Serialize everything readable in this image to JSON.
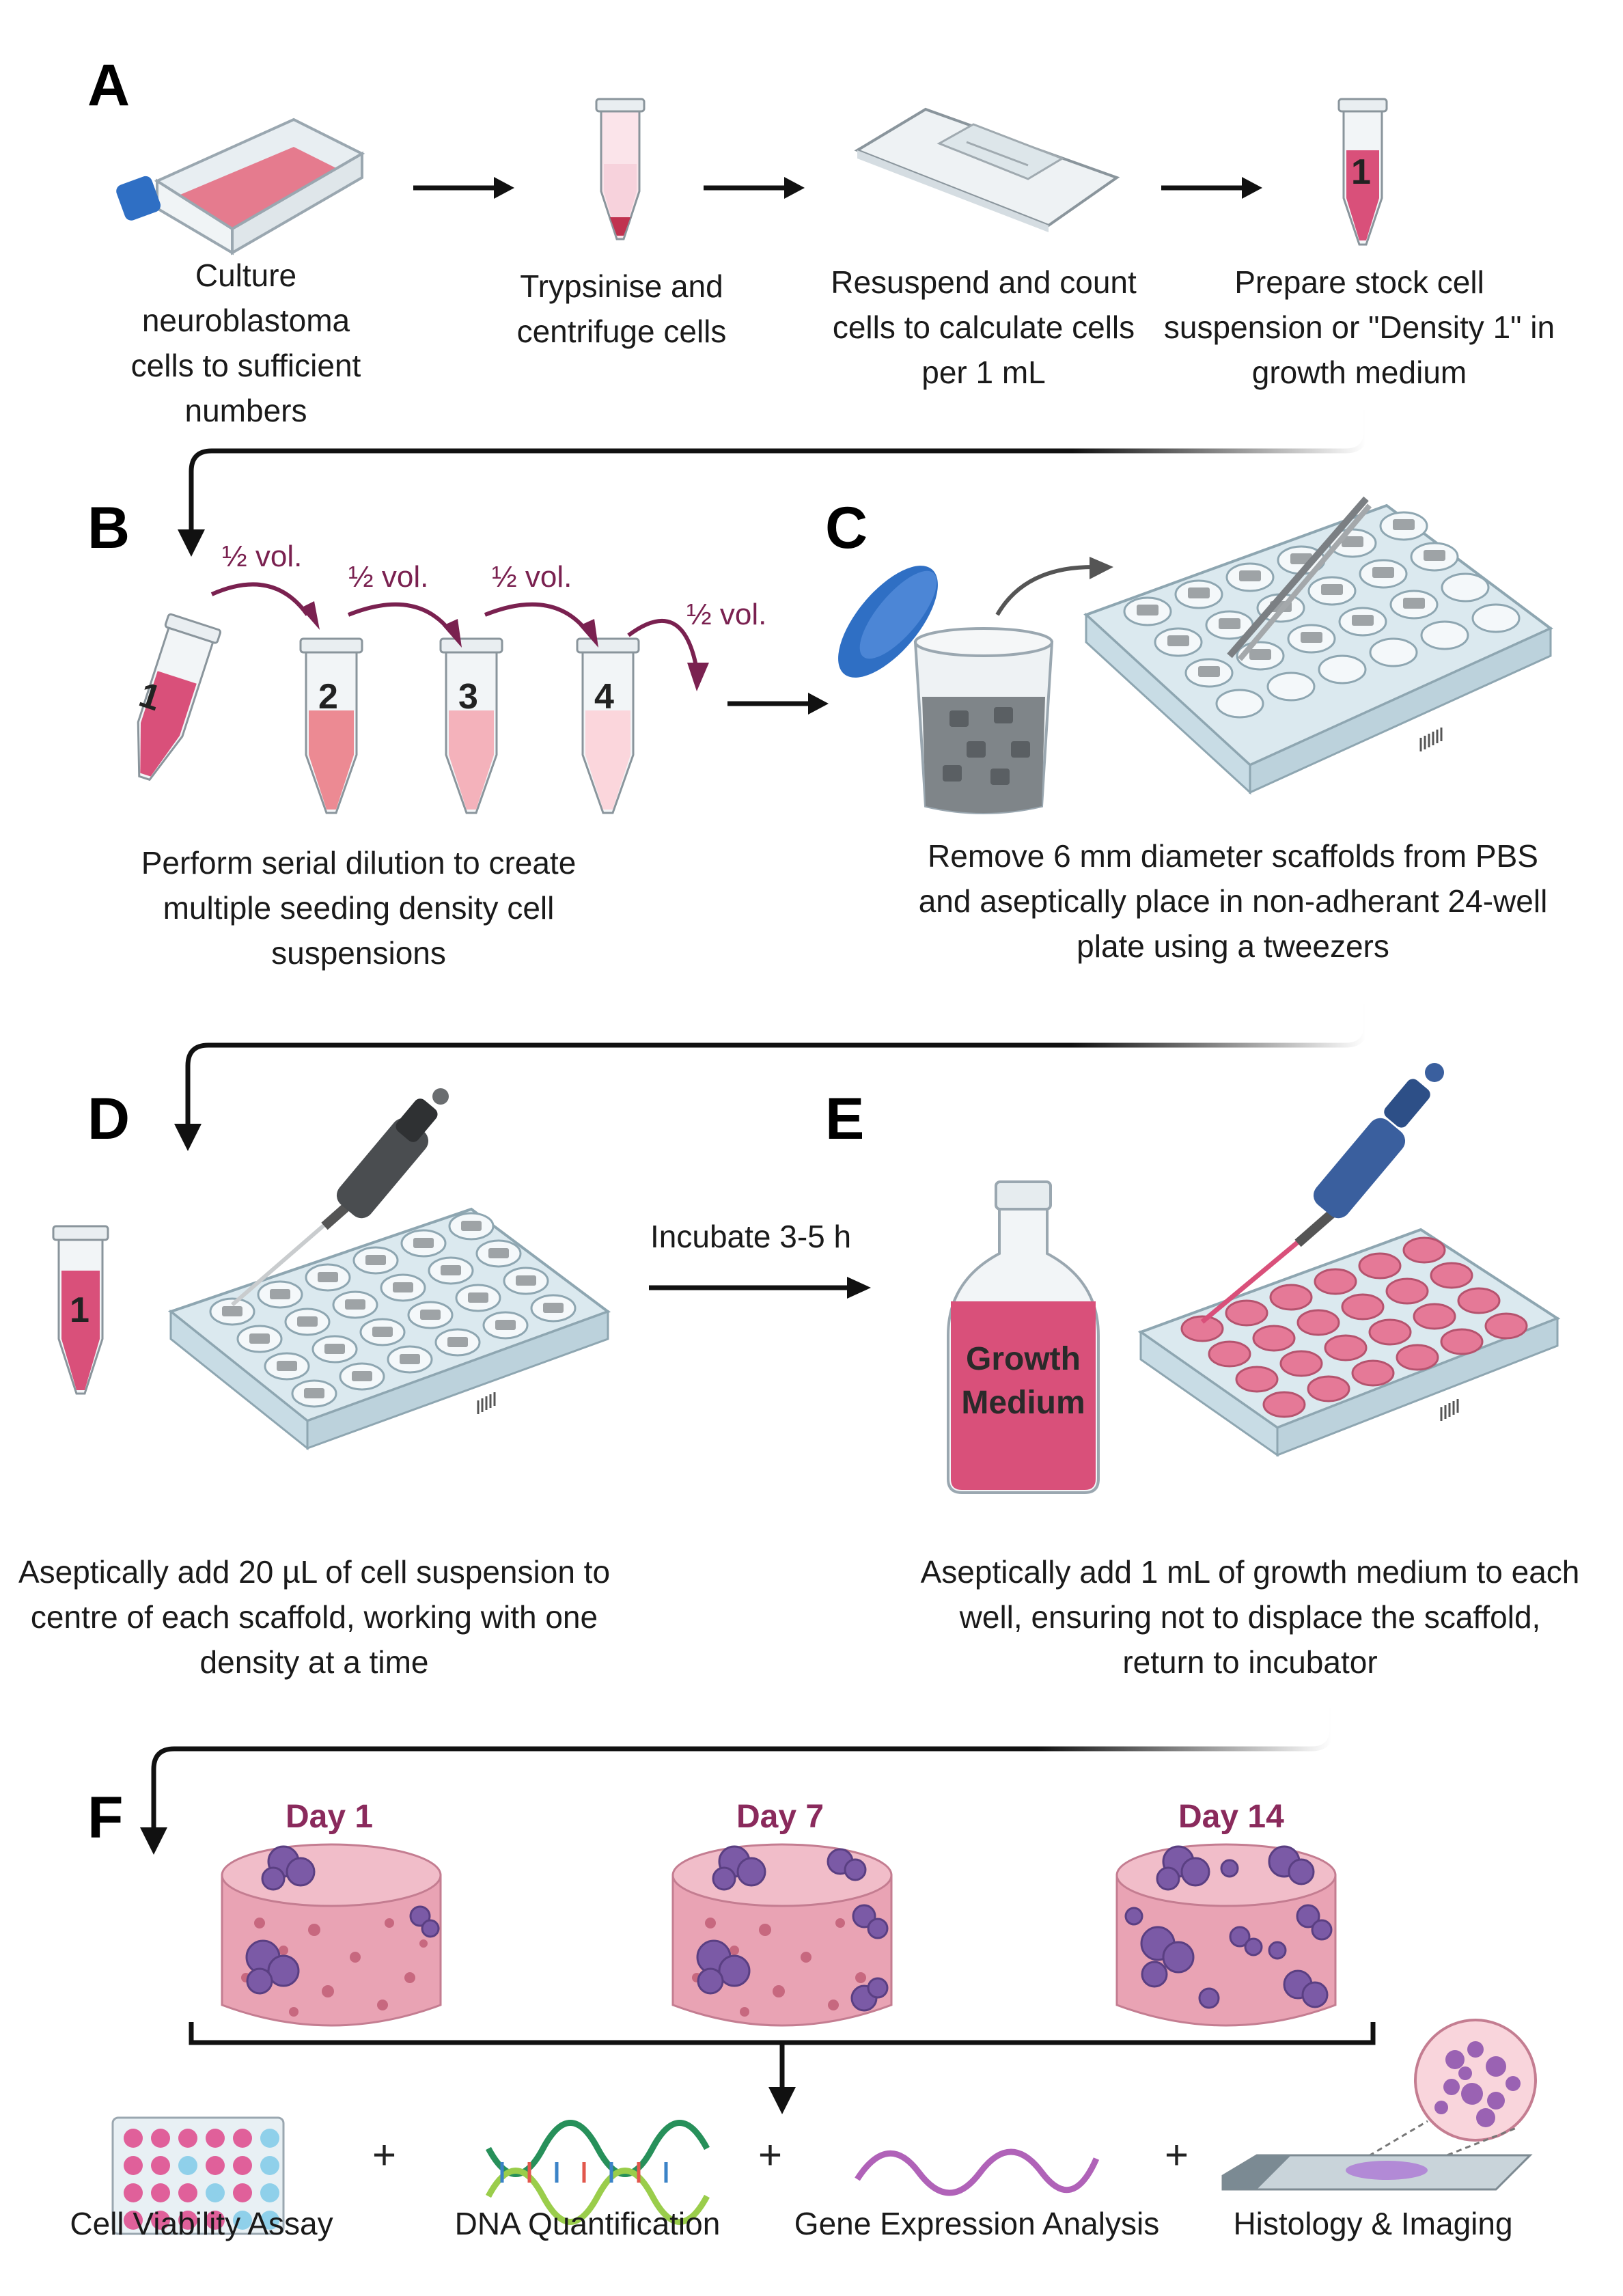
{
  "panels": {
    "A": {
      "letter": "A",
      "steps": [
        "Culture neuroblastoma cells to sufficient numbers",
        "Trypsinise and centrifuge cells",
        "Resuspend and count cells to calculate cells per 1 mL",
        "Prepare stock cell suspension or \"Density 1\" in growth medium"
      ],
      "tube_label": "1"
    },
    "B": {
      "letter": "B",
      "caption": "Perform serial dilution to create multiple seeding density cell suspensions",
      "transfer_label": "½ vol.",
      "tube_labels": [
        "1",
        "2",
        "3",
        "4"
      ]
    },
    "C": {
      "letter": "C",
      "caption": "Remove 6 mm diameter scaffolds from PBS and aseptically place in non-adherant 24-well plate using a tweezers"
    },
    "D": {
      "letter": "D",
      "caption": "Aseptically add 20 µL of cell suspension to centre of each scaffold, working with one density at a time",
      "tube_label": "1",
      "incubate_label": "Incubate 3-5 h"
    },
    "E": {
      "letter": "E",
      "caption": "Aseptically add 1 mL of growth medium to each well, ensuring not to displace the scaffold, return to incubator",
      "bottle_label": "Growth Medium"
    },
    "F": {
      "letter": "F",
      "days": [
        "Day 1",
        "Day 7",
        "Day 14"
      ],
      "assays": [
        "Cell Viability Assay",
        "DNA Quantification",
        "Gene Expression Analysis",
        "Histology & Imaging"
      ],
      "plus": "+"
    }
  },
  "colors": {
    "medium_pink": "#d9507a",
    "scaffold_pink": "#e9a3b4",
    "cell_purple": "#7b5aa6",
    "cap_blue": "#2f6fc4",
    "arrow_purple": "#7a2150",
    "plate_blue": "#cfe3ec"
  }
}
